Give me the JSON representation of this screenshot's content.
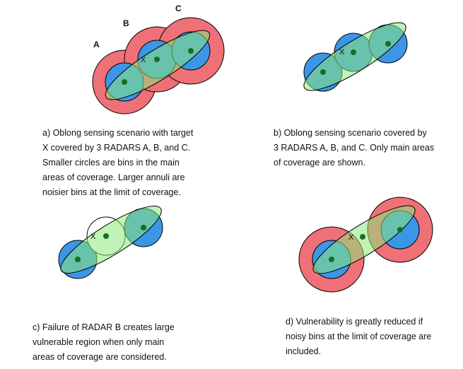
{
  "colors": {
    "annulus": "#f07078",
    "coverage": "#3c96e6",
    "sensing_region": "#8ee87a",
    "sensor_dot": "#1c6b24",
    "failed_bin": "#ffffff",
    "outline": "#000000"
  },
  "panels": [
    {
      "id": "a",
      "radar_labels": [
        "A",
        "B",
        "C"
      ],
      "target_label": "X",
      "caption_lines": [
        "a) Oblong sensing scenario with target",
        "X covered by 3 RADARS A, B, and C.",
        "Smaller circles  are bins in the main",
        "areas of coverage. Larger annuli are",
        "noisier bins at the limit of coverage."
      ]
    },
    {
      "id": "b",
      "target_label": "X",
      "caption_lines": [
        "b) Oblong sensing scenario covered by",
        "3 RADARS A, B, and C. Only main areas",
        "of coverage are shown."
      ]
    },
    {
      "id": "c",
      "target_label": "X",
      "caption_lines": [
        "c) Failure of RADAR B creates large",
        "vulnerable region when only main",
        "areas of coverage are considered."
      ]
    },
    {
      "id": "d",
      "target_label": "X",
      "caption_lines": [
        "d) Vulnerability is greatly reduced if",
        "noisy bins at the limit of coverage are",
        "included."
      ]
    }
  ]
}
